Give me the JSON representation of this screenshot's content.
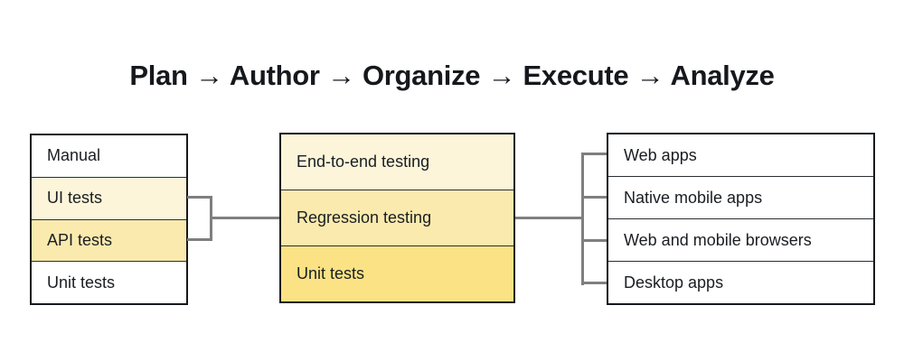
{
  "title": "Plan → Author → Organize → Execute → Analyze",
  "colors": {
    "highlight_light": "#FCF5D9",
    "highlight_medium": "#FBEAAE",
    "highlight_strong": "#FBE285",
    "row_white": "#FFFFFF",
    "connector": "#7F7F7F",
    "border": "#15181C",
    "text": "#1A1D21"
  },
  "left_box": {
    "rows": [
      {
        "label": "Manual",
        "highlight": "none"
      },
      {
        "label": "UI tests",
        "highlight": "light"
      },
      {
        "label": "API tests",
        "highlight": "medium"
      },
      {
        "label": "Unit tests",
        "highlight": "none"
      }
    ]
  },
  "middle_box": {
    "rows": [
      {
        "label": "End-to-end testing",
        "highlight": "light"
      },
      {
        "label": "Regression testing",
        "highlight": "medium"
      },
      {
        "label": "Unit tests",
        "highlight": "strong"
      }
    ]
  },
  "right_box": {
    "rows": [
      {
        "label": "Web apps"
      },
      {
        "label": "Native mobile apps"
      },
      {
        "label": "Web and mobile browsers"
      },
      {
        "label": "Desktop apps"
      }
    ]
  }
}
